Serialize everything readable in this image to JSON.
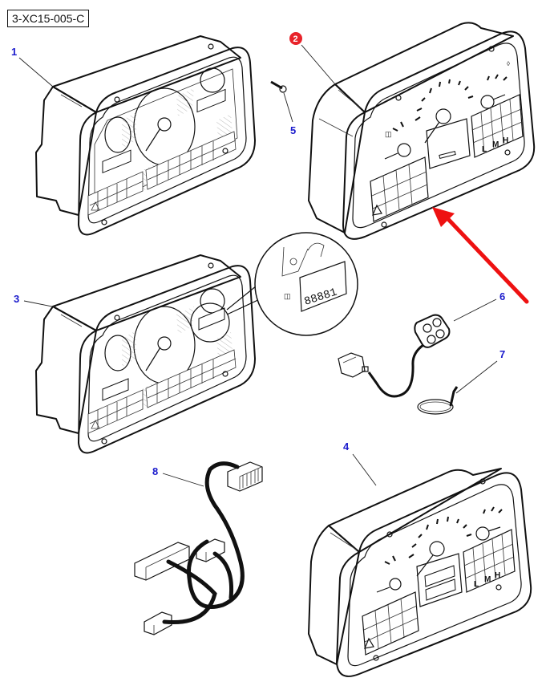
{
  "diagram": {
    "reference_code": "3-XC15-005-C",
    "highlight": {
      "item": "2",
      "badge_color": "#e8232a",
      "arrow_color": "#ee1111"
    },
    "label_color": "#1a1acc",
    "items": [
      {
        "id": "1",
        "label": "1",
        "description": "instrument-cluster-analog"
      },
      {
        "id": "2",
        "label": "2",
        "description": "instrument-cluster-digital-highlighted"
      },
      {
        "id": "3",
        "label": "3",
        "description": "instrument-cluster-with-lcd-detail"
      },
      {
        "id": "4",
        "label": "4",
        "description": "instrument-cluster-digital-dual-display"
      },
      {
        "id": "5",
        "label": "5",
        "description": "screw"
      },
      {
        "id": "6",
        "label": "6",
        "description": "switch-pad-with-cable-connector"
      },
      {
        "id": "7",
        "label": "7",
        "description": "cable-tie"
      },
      {
        "id": "8",
        "label": "8",
        "description": "wiring-harness"
      }
    ],
    "panel_letters": {
      "low": "L",
      "medium": "M",
      "high": "H"
    },
    "lcd_digits": "88881"
  }
}
